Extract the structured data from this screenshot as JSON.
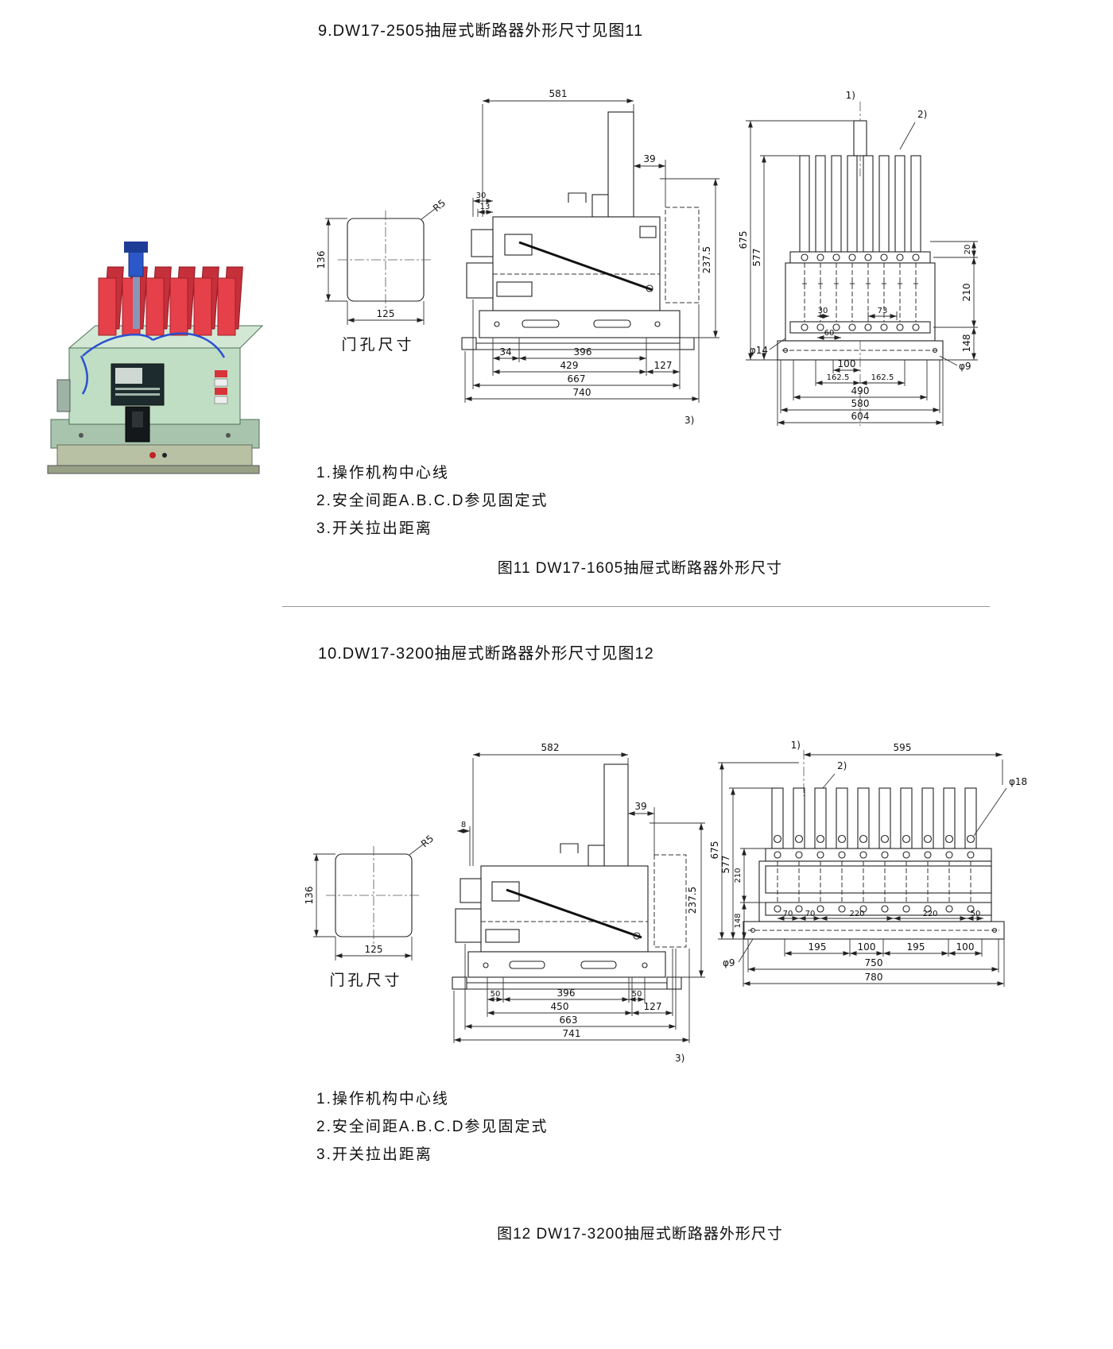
{
  "page": {
    "sections": [
      {
        "heading": "9.DW17-2505抽屉式断路器外形尺寸见图11",
        "door": {
          "label": "门孔尺寸",
          "r": "R5",
          "h": "136",
          "w": "125"
        },
        "side": {
          "w581": "581",
          "d39": "39",
          "d30": "30",
          "d13": "13",
          "d237": "237.5",
          "d34": "34",
          "d396": "396",
          "d429": "429",
          "d127": "127",
          "d667": "667",
          "d740": "740",
          "n3": "3)"
        },
        "front": {
          "n1": "1)",
          "n2": "2)",
          "d675": "675",
          "d577": "577",
          "d20": "20",
          "d210": "210",
          "d148": "148",
          "d73": "73",
          "d30": "30",
          "d60": "60",
          "phi14": "φ14",
          "d100": "100",
          "d162a": "162.5",
          "d162b": "162.5",
          "phi9": "φ9",
          "d490": "490",
          "d580": "580",
          "d604": "604"
        },
        "notes": [
          "1.操作机构中心线",
          "2.安全间距A.B.C.D参见固定式",
          "3.开关拉出距离"
        ],
        "caption": "图11 DW17-1605抽屉式断路器外形尺寸"
      },
      {
        "heading": "10.DW17-3200抽屉式断路器外形尺寸见图12",
        "door": {
          "label": "门孔尺寸",
          "r": "R5",
          "h": "136",
          "w": "125"
        },
        "side": {
          "w582": "582",
          "d39": "39",
          "d8": "8",
          "d237": "237.5",
          "d50a": "50",
          "d396": "396",
          "d50b": "50",
          "d450": "450",
          "d127": "127",
          "d663": "663",
          "d741": "741",
          "n3": "3)"
        },
        "front": {
          "n1": "1)",
          "d595": "595",
          "n2": "2)",
          "phi18": "φ18",
          "d675": "675",
          "d577": "577",
          "d210": "210",
          "d148": "148",
          "d70a": "70",
          "d70b": "70",
          "d220a": "220",
          "d220b": "220",
          "d50": "50",
          "phi9": "φ9",
          "d195a": "195",
          "d100a": "100",
          "d195b": "195",
          "d100b": "100",
          "d750": "750",
          "d780": "780"
        },
        "notes": [
          "1.操作机构中心线",
          "2.安全间距A.B.C.D参见固定式",
          "3.开关拉出距离"
        ],
        "caption": "图12 DW17-3200抽屉式断路器外形尺寸"
      }
    ]
  }
}
